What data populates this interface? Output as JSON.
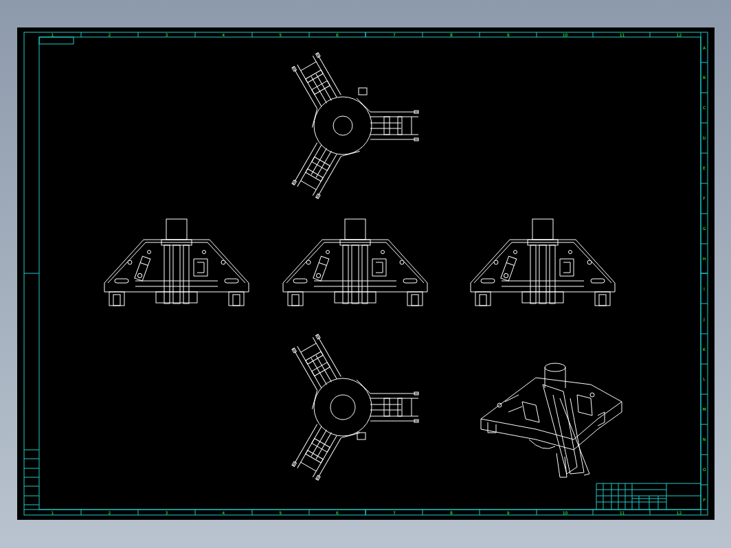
{
  "diagram": {
    "labels": [
      "1",
      "2",
      "3",
      "4",
      "5",
      "6",
      "7",
      "8",
      "9",
      "10",
      "11",
      "12",
      "1",
      "2",
      "3",
      "4",
      "5",
      "6",
      "7",
      "8",
      "9",
      "10",
      "11",
      "12",
      "A",
      "B",
      "C",
      "D",
      "E",
      "F",
      "G",
      "H",
      "I",
      "J",
      "K",
      "L",
      "M",
      "N",
      "O",
      "P"
    ]
  }
}
